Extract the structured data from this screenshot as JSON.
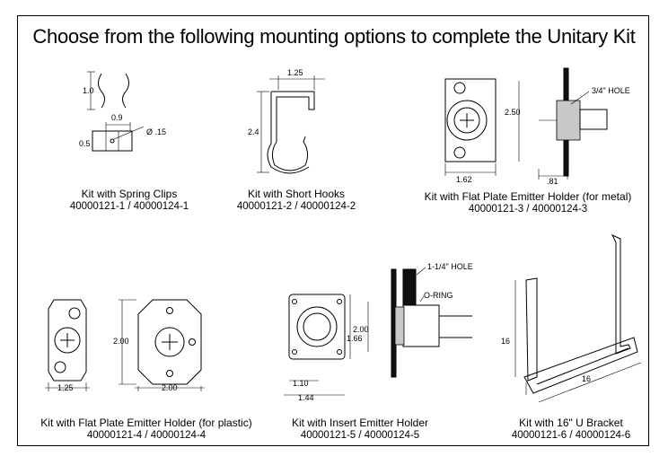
{
  "title": "Choose from the following  mounting  options  to complete  the  Unitary Kit",
  "colors": {
    "border": "#000000",
    "background": "#ffffff",
    "fill_gray": "#c8c8c8"
  },
  "options": [
    {
      "name": "Kit with Spring Clips",
      "parts": "40000121-1 / 40000124-1",
      "dims": {
        "height": "1.0",
        "width": "0.9",
        "offset": "0.5",
        "hole": "Ø .15"
      }
    },
    {
      "name": "Kit with Short Hooks",
      "parts": "40000121-2 / 40000124-2",
      "dims": {
        "width": "1.25",
        "height": "2.4"
      }
    },
    {
      "name": "Kit with Flat Plate Emitter Holder (for metal)",
      "parts": "40000121-3 / 40000124-3",
      "dims": {
        "height": "2.50",
        "width": "1.62",
        "depth": ".81",
        "hole": "3/4\" HOLE"
      }
    },
    {
      "name": "Kit with Flat Plate Emitter Holder (for plastic)",
      "parts": "40000121-4 / 40000124-4",
      "dims": {
        "small_width": "1.25",
        "height": "2.00",
        "width": "2.00"
      }
    },
    {
      "name": "Kit with Insert Emitter Holder",
      "parts": "40000121-5 / 40000124-5",
      "dims": {
        "height_outer": "2.00",
        "height_inner": "1.66",
        "width_inner": "1.10",
        "width_outer": "1.44",
        "hole": "1-1/4\" HOLE",
        "seal": "O-RING"
      }
    },
    {
      "name": "Kit with 16\" U Bracket",
      "parts": "40000121-6 / 40000124-6",
      "dims": {
        "height": "16",
        "length": "16"
      }
    }
  ]
}
